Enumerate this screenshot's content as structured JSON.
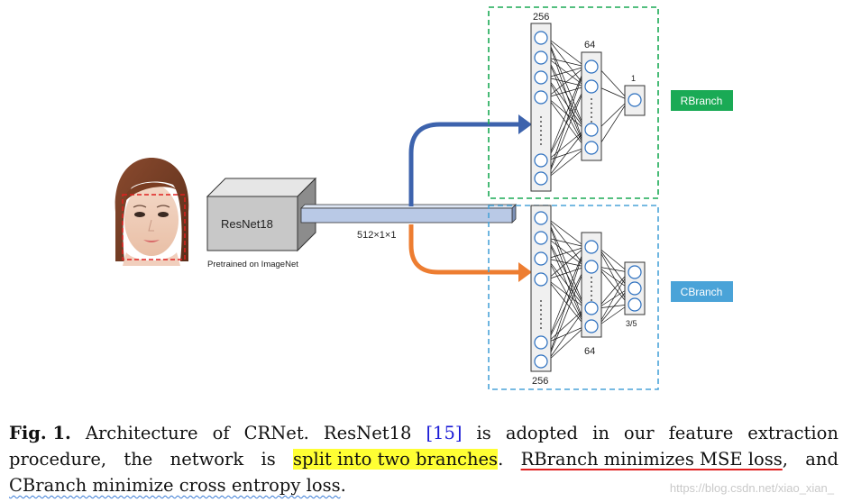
{
  "figure": {
    "backbone_label": "ResNet18",
    "pretrained_label": "Pretrained on ImageNet",
    "feature_label": "512×1×1",
    "rbranch": {
      "name": "RBranch",
      "color": "#1aaa55",
      "layer1_label": "256",
      "layer2_label": "64",
      "output_label": "1"
    },
    "cbranch": {
      "name": "CBranch",
      "color": "#4aa3d8",
      "layer1_label": "256",
      "layer2_label": "64",
      "output_label": "3/5"
    },
    "arrow_colors": {
      "top": "#3d63ad",
      "bottom": "#ed7d31"
    }
  },
  "caption": {
    "fig_label": "Fig. 1.",
    "l1_a": "Architecture",
    "l1_b": "of",
    "l1_c": "CRNet.",
    "l1_d": "ResNet18",
    "l1_ref": "[15]",
    "l1_e": "is",
    "l1_f": "adopted",
    "l1_g": "in",
    "l1_h": "our",
    "l1_i": "feature",
    "l1_j": "extraction",
    "l2_a": "procedure,",
    "l2_b": "the",
    "l2_c": "network",
    "l2_d": "is",
    "l2_hl": "split into two branches",
    "l2_dot": ".",
    "l2_red": "RBranch minimizes MSE loss",
    "l2_comma": ",",
    "l2_e": "and",
    "l3_wavy": "CBranch minimize cross entropy loss",
    "l3_dot": "."
  },
  "watermark": "https://blog.csdn.net/xiao_xian_"
}
